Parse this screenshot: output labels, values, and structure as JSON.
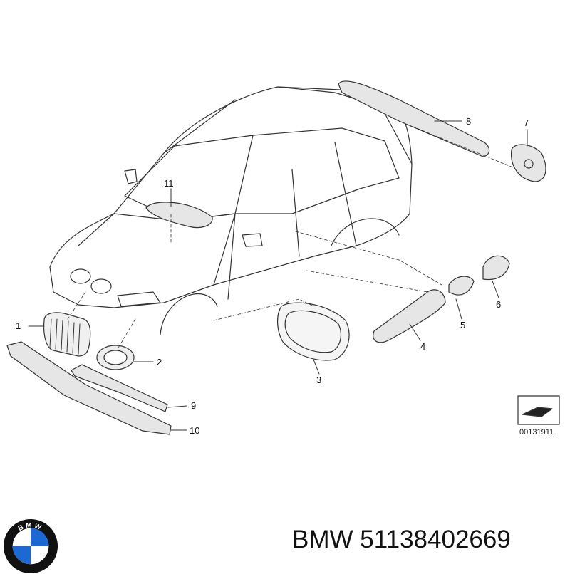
{
  "diagram": {
    "callouts": [
      "1",
      "2",
      "3",
      "4",
      "5",
      "6",
      "7",
      "8",
      "9",
      "10",
      "11"
    ],
    "reference_number": "00131911"
  },
  "caption": {
    "brand": "BMW",
    "part_number": "51138402669"
  },
  "logo": {
    "letters": "BMW",
    "colors": {
      "blue": "#1c69d4",
      "white": "#ffffff",
      "ring": "#111111"
    }
  },
  "colors": {
    "line": "#333333",
    "part_fill": "#e6e6e6"
  }
}
